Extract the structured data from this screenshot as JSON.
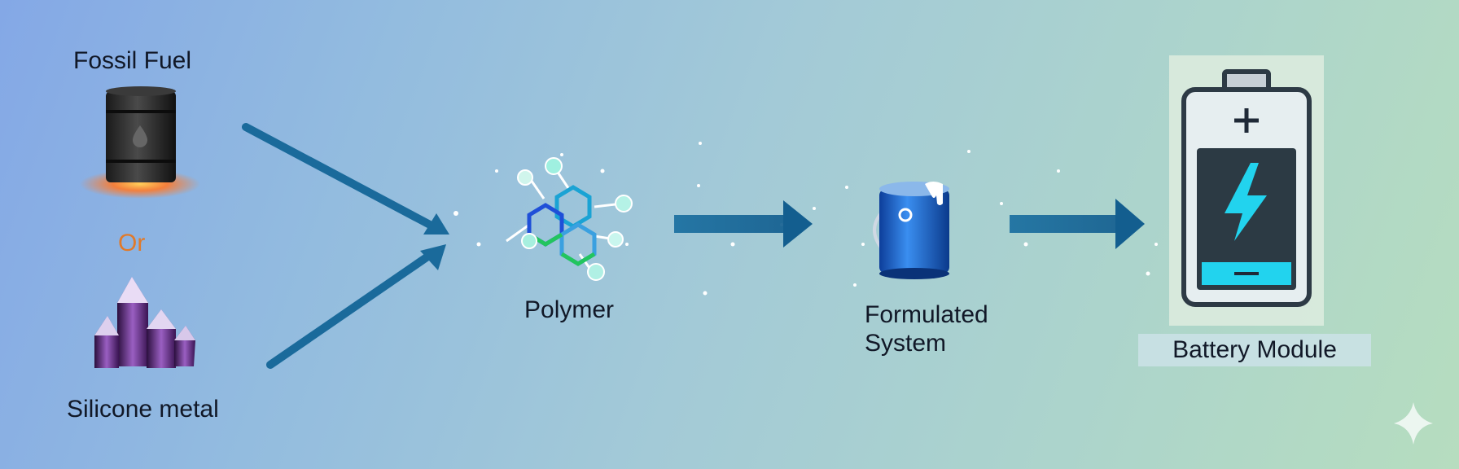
{
  "diagram": {
    "inputs": {
      "fossil_fuel": "Fossil Fuel",
      "or": "Or",
      "silicone_metal": "Silicone metal"
    },
    "stages": {
      "polymer": "Polymer",
      "formulated_system": "Formulated System",
      "battery_module": "Battery Module"
    }
  },
  "colors": {
    "arrow": "#1f6f9e",
    "or_text": "#e07a2a",
    "battery_accent": "#22d3ee",
    "paint_can": "#1d6fd6"
  },
  "icons": [
    "oil-barrel-icon",
    "crystal-icon",
    "molecule-icon",
    "paint-can-icon",
    "battery-icon",
    "sparkle-icon"
  ]
}
